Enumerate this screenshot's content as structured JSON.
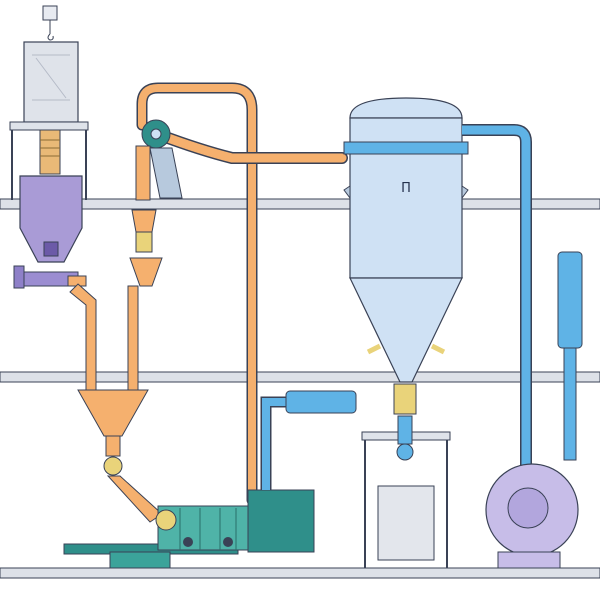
{
  "diagram": {
    "title": "",
    "equipment_tag": "П",
    "colors": {
      "pipe_orange": "#f5b06e",
      "pipe_blue": "#5fb3e6",
      "vessel_lightblue": "#cfe1f4",
      "hopper_purple": "#a99bd6",
      "mill_teal": "#2f8f8a",
      "fan_lavender": "#c7bde8",
      "floor_gray": "#dde1e8",
      "outline": "#3a4256",
      "brass": "#e9d37a"
    },
    "components": [
      {
        "id": "feed-bin",
        "icon": "storage-bin-icon"
      },
      {
        "id": "feeder-hopper",
        "icon": "screw-feeder-icon"
      },
      {
        "id": "y-splitter",
        "icon": "y-chute-icon"
      },
      {
        "id": "mill",
        "icon": "mill-icon"
      },
      {
        "id": "cyclone-filter",
        "icon": "cyclone-icon"
      },
      {
        "id": "big-bag-station",
        "icon": "bag-filling-icon"
      },
      {
        "id": "exhaust-fan",
        "icon": "centrifugal-fan-icon"
      },
      {
        "id": "silencer",
        "icon": "silencer-icon"
      },
      {
        "id": "cyclone-blower",
        "icon": "blower-icon"
      }
    ]
  }
}
